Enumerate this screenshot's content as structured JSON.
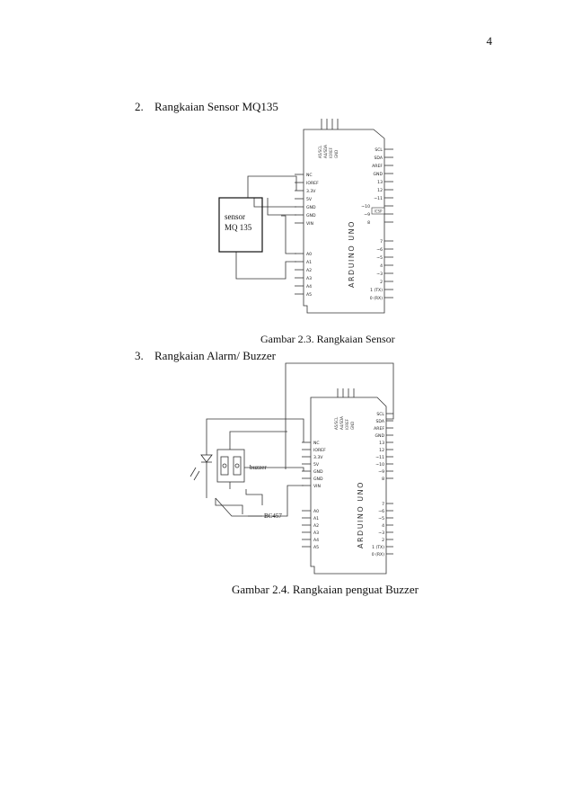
{
  "page": {
    "number": "4"
  },
  "section_sensor": {
    "num": "2.",
    "title": "Rangkaian Sensor MQ135",
    "sensor_label_1": "sensor",
    "sensor_label_2": "MQ 135",
    "board_label": "ARDUINO  UNO",
    "caption": "Gambar 2.3. Rangkaian Sensor"
  },
  "section_buzzer": {
    "num": "3.",
    "title": "Rangkaian Alarm/ Buzzer",
    "buzzer_label": "buzzer",
    "transistor_label": "BC457",
    "board_label": "ARDUINO  UNO",
    "caption": "Gambar 2.4. Rangkaian penguat Buzzer"
  },
  "board": {
    "power_pins": [
      "NC",
      "IOREF",
      "3.3V",
      "5V",
      "GND",
      "GND",
      "VIN"
    ],
    "analog_pins": [
      "A0",
      "A1",
      "A2",
      "A3",
      "A4",
      "A5"
    ],
    "digital_top": [
      "SCL",
      "SDA",
      "AREF",
      "GND",
      "13",
      "12",
      "~11",
      "~10",
      "~9",
      "8"
    ],
    "digital_bottom": [
      "7",
      "~6",
      "~5",
      "4",
      "~3",
      "2",
      "1 (TX)",
      "0 (RX)"
    ],
    "top_pins": [
      "A5/SCL",
      "A4/SDA",
      "IOREF",
      "GND"
    ],
    "chip_label": "ICSP"
  }
}
